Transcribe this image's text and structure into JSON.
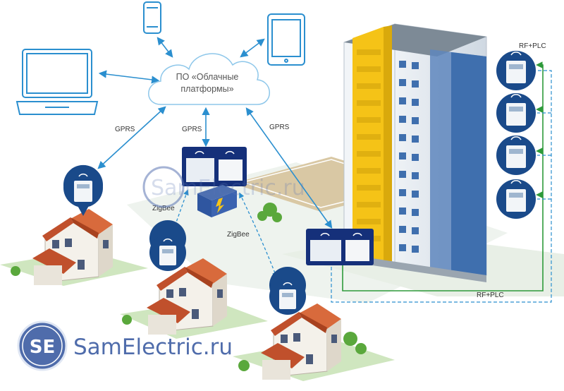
{
  "diagram": {
    "cloud_label": [
      "ПО «Облачные",
      "платформы»"
    ],
    "gprs_left": "GPRS",
    "gprs_center": "GPRS",
    "gprs_right": "GPRS",
    "zigbee_top": "ZigBee",
    "zigbee_bottom": "ZigBee",
    "rfplc_top": "RF+PLC",
    "rfplc_bottom": "RF+PLC",
    "devices": [
      "laptop-icon",
      "smartphone-icon",
      "tablet-icon"
    ],
    "colors": {
      "line_blue": "#2b8fcf",
      "rf_green": "#2e9a3a",
      "meter_bubble": "#1a4a8a",
      "panel_navy": "#15307a",
      "roof": "#c0502c",
      "building_yellow": "#f5c317",
      "grass": "#bfe0a8"
    }
  },
  "watermark": {
    "center_text": "SamElectric.ru",
    "logo_letters": "SE",
    "brand_text": "SamElectric.ru"
  }
}
